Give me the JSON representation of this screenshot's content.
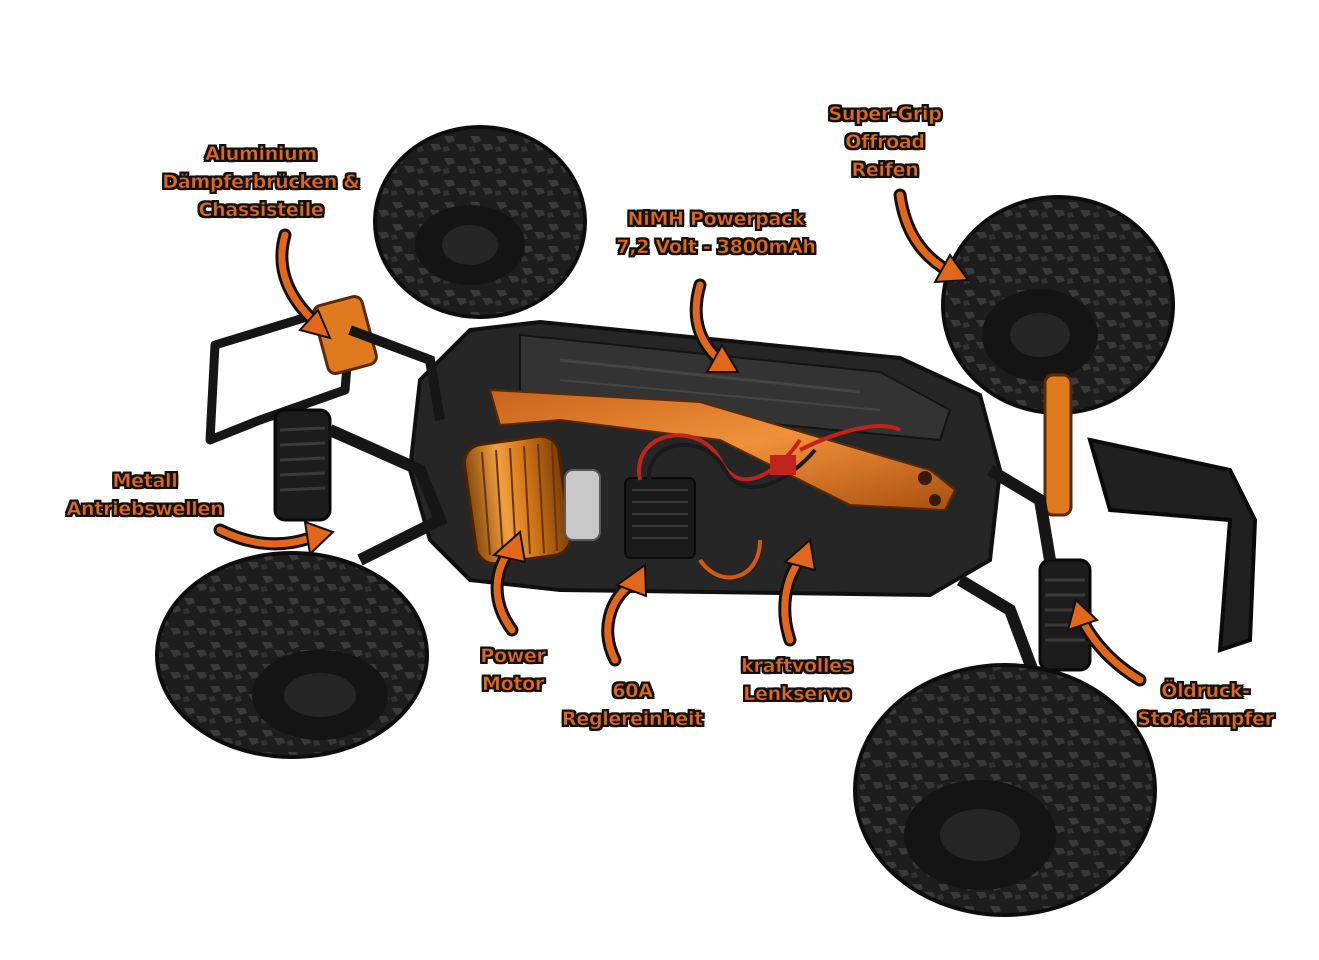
{
  "colors": {
    "label_fill": "#e2671a",
    "label_outline": "#111111",
    "tire": "#1c1c1c",
    "chassis": "#2a2a2a",
    "anodized_orange": "#e07a1f",
    "background": "#ffffff"
  },
  "callouts": {
    "aluminium": {
      "line1": "Aluminium",
      "line2": "Dämpferbrücken &",
      "line3": "Chassisteile"
    },
    "powerpack": {
      "line1": "NiMH Powerpack",
      "line2": "7,2 Volt - 3800mAh"
    },
    "reifen": {
      "line1": "Super-Grip",
      "line2": "Offroad",
      "line3": "Reifen"
    },
    "antriebswellen": {
      "line1": "Metall",
      "line2": "Antriebswellen"
    },
    "motor": {
      "line1": "Power",
      "line2": "Motor"
    },
    "regler": {
      "line1": "60A",
      "line2": "Reglereinheit"
    },
    "servo": {
      "line1": "kraftvolles",
      "line2": "Lenkservo"
    },
    "daempfer": {
      "line1": "Öldruck-",
      "line2": "Stoßdämpfer"
    }
  },
  "icons": {
    "arrow": "curved-arrow-icon"
  }
}
